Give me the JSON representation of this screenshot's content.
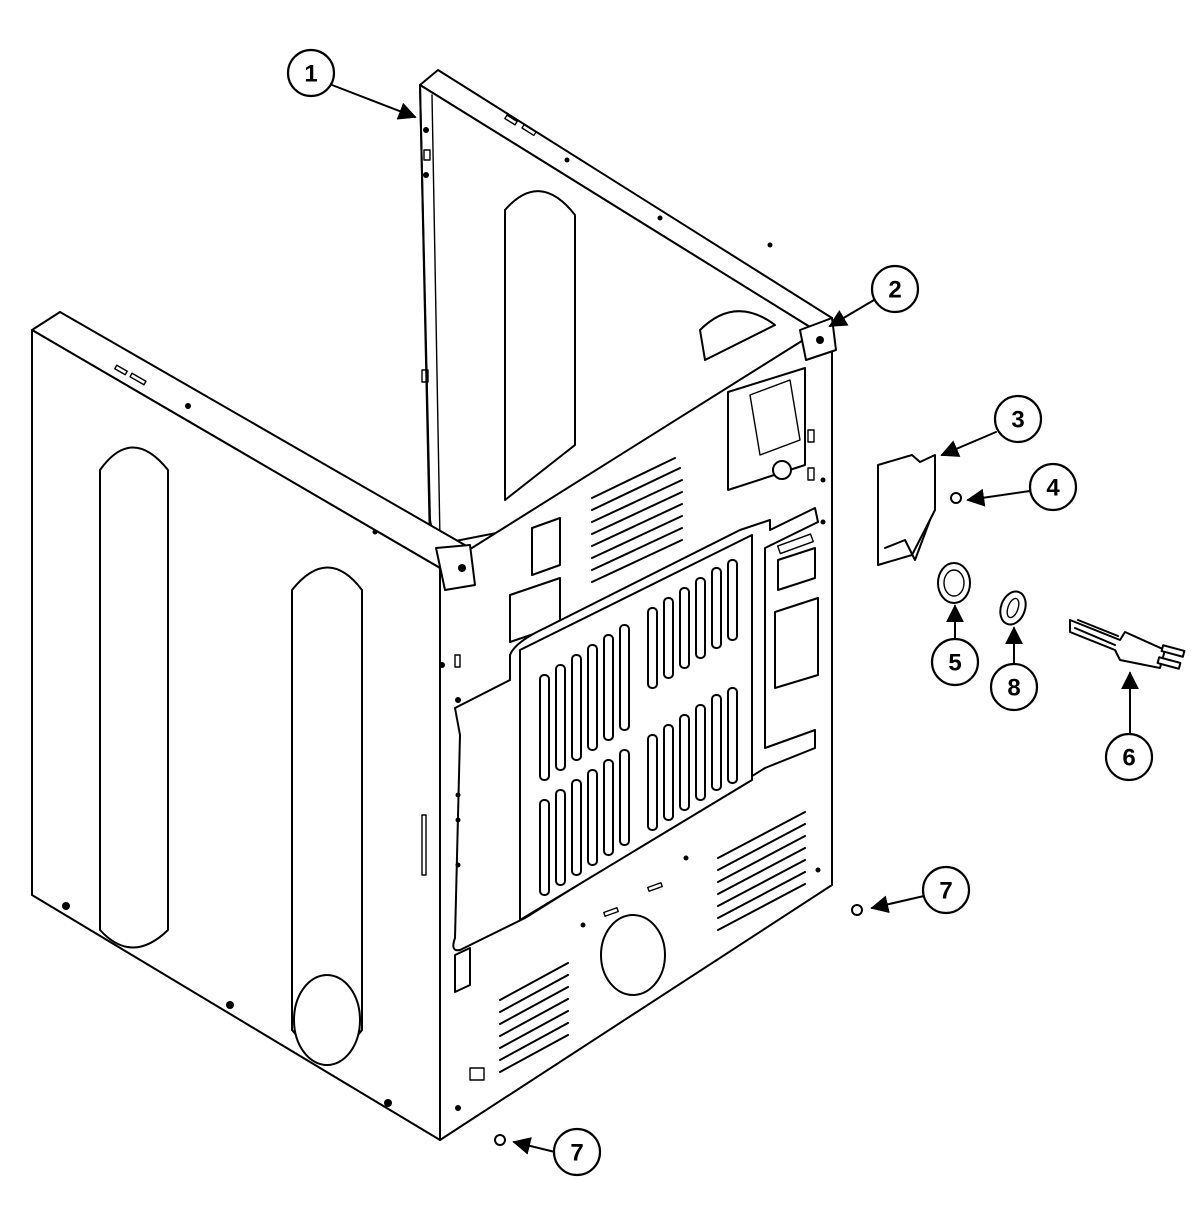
{
  "diagram": {
    "callouts": [
      {
        "id": "c1",
        "label": "1"
      },
      {
        "id": "c2",
        "label": "2"
      },
      {
        "id": "c3",
        "label": "3"
      },
      {
        "id": "c4",
        "label": "4"
      },
      {
        "id": "c5",
        "label": "5"
      },
      {
        "id": "c6",
        "label": "6"
      },
      {
        "id": "c7a",
        "label": "7"
      },
      {
        "id": "c7b",
        "label": "7"
      },
      {
        "id": "c8",
        "label": "8"
      }
    ],
    "colors": {
      "line": "#000000",
      "background": "#ffffff"
    }
  }
}
